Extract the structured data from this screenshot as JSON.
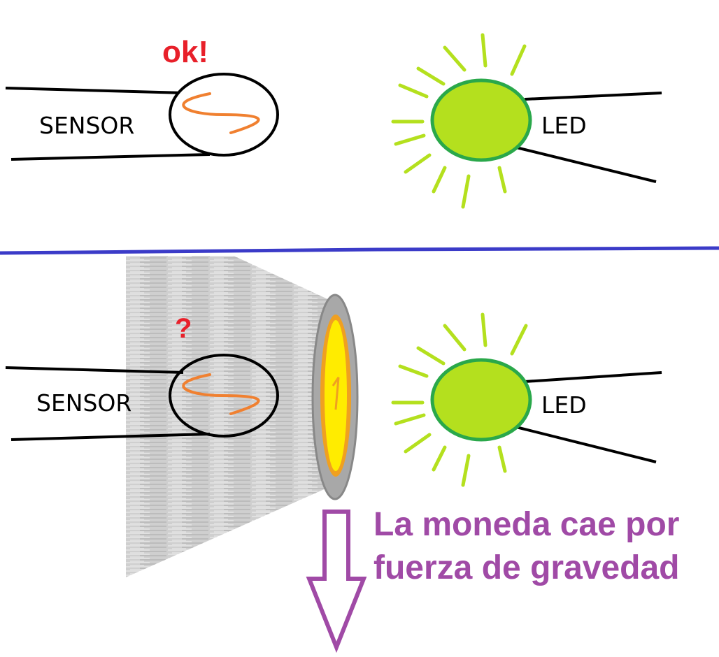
{
  "top_panel": {
    "status_label": "ok!",
    "sensor_label": "SENSOR",
    "led_label": "LED"
  },
  "bottom_panel": {
    "status_label": "?",
    "sensor_label": "SENSOR",
    "led_label": "LED",
    "caption_line1": "La moneda cae por",
    "caption_line2": "fuerza de gravedad"
  },
  "colors": {
    "wire": "#000000",
    "sensor_squiggle": "#f08030",
    "led_fill": "#b4e01e",
    "led_rim": "#2aa84a",
    "led_rays": "#b4e01e",
    "divider": "#3b3bc8",
    "ok_text": "#e8202a",
    "question_text": "#e8202a",
    "caption_text": "#a04aa6",
    "coin_face": "#ffec00",
    "coin_edge": "#a8a8a8",
    "coin_rim": "#f0a020",
    "shadow": "#c8c8c8",
    "arrow": "#a04aa6"
  },
  "icons": [
    "sensor-icon",
    "led-icon",
    "coin-icon",
    "down-arrow-icon"
  ]
}
